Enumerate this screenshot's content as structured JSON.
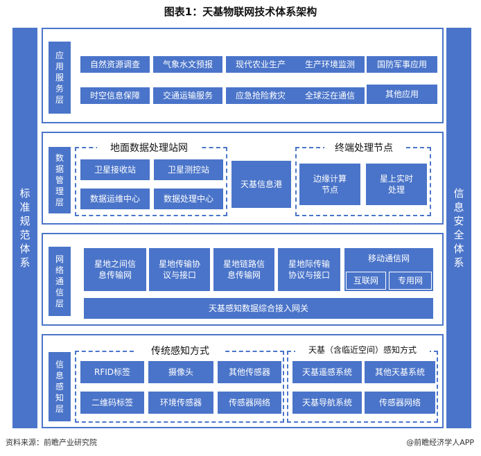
{
  "title": "图表1：天基物联网技术体系架构",
  "left_side": "标准规范体系",
  "right_side": "信息安全体系",
  "layers": {
    "application": {
      "label": "应用服务层",
      "items": [
        "自然资源调查",
        "气象水文预报",
        "现代农业生产",
        "生产环境监测",
        "国防军事应用",
        "时空信息保障",
        "交通运输服务",
        "应急抢险救灾",
        "全球泛在通信",
        "其他应用"
      ]
    },
    "data": {
      "label": "数据管理层",
      "ground_title": "地面数据处理站网",
      "ground_items": [
        "卫星接收站",
        "卫星测控站",
        "数据运维中心",
        "数据处理中心"
      ],
      "center": "天基信息港",
      "terminal_title": "终端处理节点",
      "terminal_items": [
        "边缘计算\n节点",
        "星上实时\n处理"
      ]
    },
    "network": {
      "label": "网络通信层",
      "items": [
        "星地之间信\n息传输网",
        "星地传输协\n议与接口",
        "星地链路信\n息传输网",
        "星地际传输\n协议与接口"
      ],
      "mobile_title": "移动通信网",
      "mobile_items": [
        "互联网",
        "专用网"
      ],
      "gateway": "天基感知数据综合接入网关"
    },
    "sensing": {
      "label": "信息感知层",
      "traditional_title": "传统感知方式",
      "traditional_items": [
        "RFID标签",
        "摄像头",
        "其他传感器",
        "二维码标签",
        "环境传感器",
        "传感器网络"
      ],
      "space_title": "天基（含临近空间）感知方式",
      "space_items": [
        "天基遥感系统",
        "其他天基系统",
        "天基导航系统",
        "传感器网络"
      ]
    }
  },
  "footer": {
    "source": "资料来源：前瞻产业研究院",
    "credit": "@前瞻经济学人APP"
  },
  "colors": {
    "primary": "#4a74c9"
  }
}
